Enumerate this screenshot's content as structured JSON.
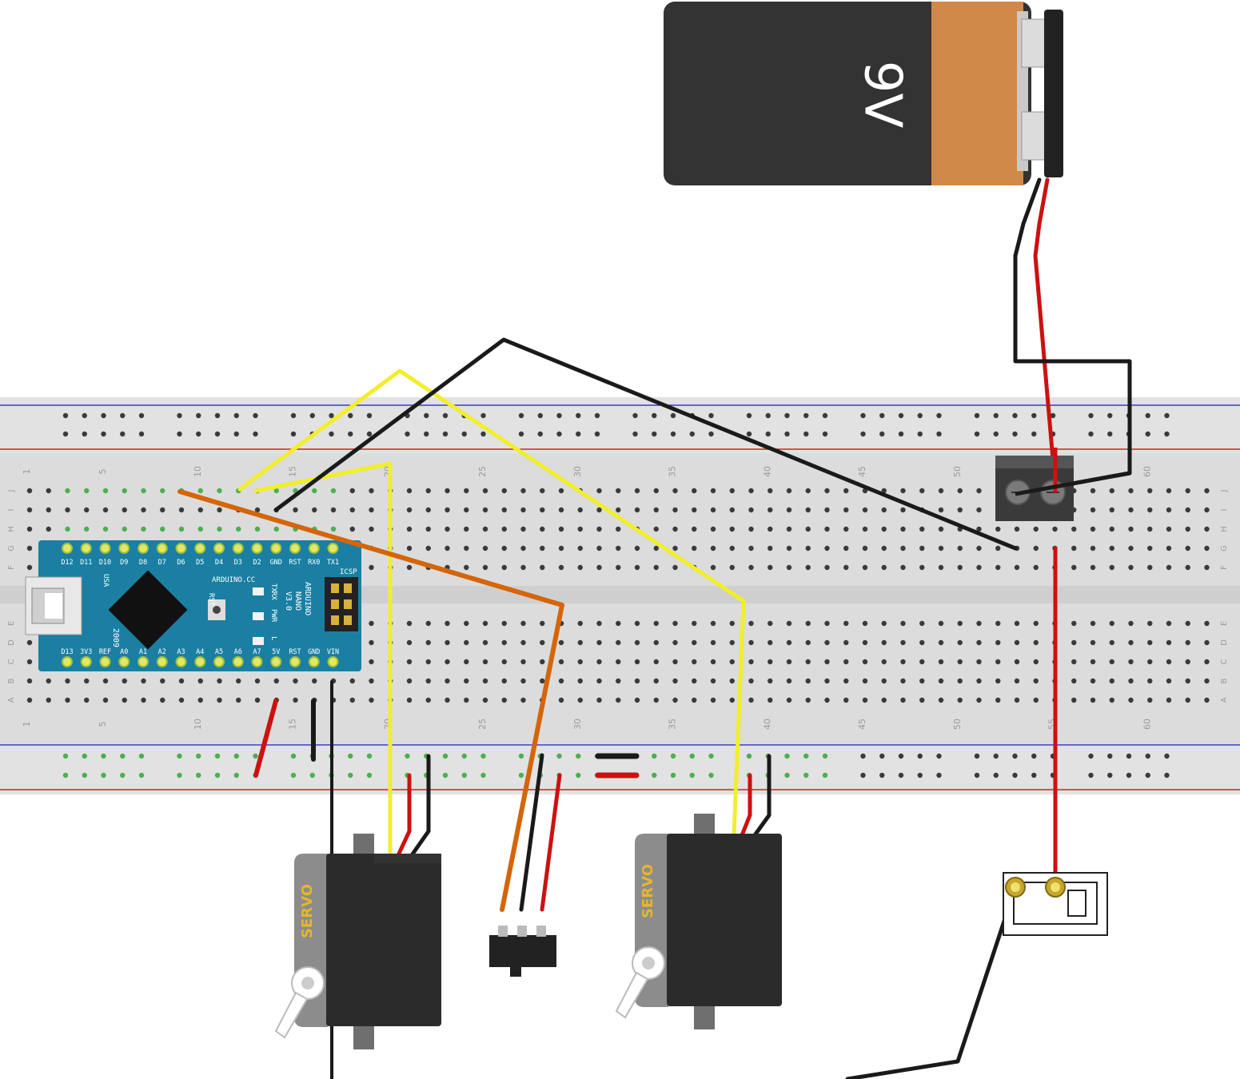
{
  "breadboard": {
    "top_column_numbers": [
      "1",
      "5",
      "10",
      "15",
      "20",
      "25",
      "30",
      "35",
      "40",
      "45",
      "50",
      "55",
      "60"
    ],
    "bottom_column_numbers": [
      "1",
      "5",
      "10",
      "15",
      "20",
      "25",
      "30",
      "35",
      "40",
      "45",
      "50",
      "55",
      "60"
    ],
    "row_letters_top": [
      "J",
      "I",
      "H",
      "G",
      "F"
    ],
    "row_letters_bottom": [
      "E",
      "D",
      "C",
      "B",
      "A"
    ]
  },
  "battery": {
    "label": "9V"
  },
  "arduino": {
    "name_line1": "ARDUINO",
    "name_line2": "NANO",
    "name_line3": "V3.0",
    "brand": "ARDUINO.CC",
    "country": "USA",
    "year": "2009",
    "icsp": "ICSP",
    "rst": "RST",
    "leds": [
      "TX",
      "RX",
      "PWR",
      "L"
    ],
    "top_pins": [
      "D12",
      "D11",
      "D10",
      "D9",
      "D8",
      "D7",
      "D6",
      "D5",
      "D4",
      "D3",
      "D2",
      "GND",
      "RST",
      "RX0",
      "TX1"
    ],
    "bottom_pins": [
      "D13",
      "3V3",
      "REF",
      "A0",
      "A1",
      "A2",
      "A3",
      "A4",
      "A5",
      "A6",
      "A7",
      "5V",
      "RST",
      "GND",
      "VIN"
    ]
  },
  "servos": [
    {
      "label": "SERVO"
    },
    {
      "label": "SERVO"
    }
  ],
  "colors": {
    "wire_black": "#1a1a1a",
    "wire_red": "#cc1111",
    "wire_yellow": "#f2ee2a",
    "wire_orange": "#d4650a",
    "arduino_board": "#1a7fa3",
    "breadboard": "#dcdcdc",
    "battery_body": "#333333",
    "battery_cap": "#d08848"
  }
}
